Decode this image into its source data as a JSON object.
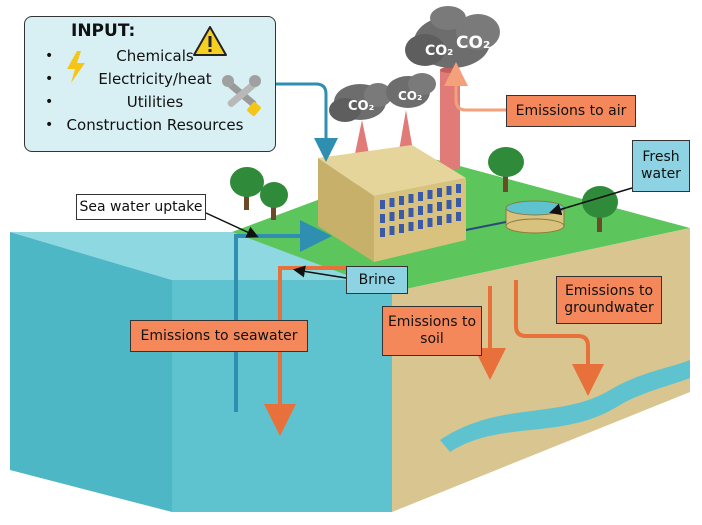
{
  "input": {
    "title": "INPUT:",
    "items": [
      "Chemicals",
      "Electricity/heat",
      "Utilities",
      "Construction Resources"
    ]
  },
  "labels": {
    "emissions_air": "Emissions to air",
    "fresh_water_line1": "Fresh",
    "fresh_water_line2": "water",
    "sea_water_uptake": "Sea water uptake",
    "brine": "Brine",
    "emissions_seawater": "Emissions to seawater",
    "emissions_soil_line1": "Emissions to",
    "emissions_soil_line2": "soil",
    "emissions_groundwater_line1": "Emissions to",
    "emissions_groundwater_line2": "groundwater"
  },
  "co2_text": "CO₂",
  "colors": {
    "sea": "#5fc3cf",
    "grass": "#5cc55c",
    "soil": "#d9c58f",
    "factory": "#d8c27d",
    "chimney": "#e07b77",
    "smoke": "#6d6d6d",
    "orange_arrow": "#e8703a",
    "blue_arrow": "#2f8fb0"
  },
  "icons": [
    "warning-icon",
    "lightning-icon",
    "tools-icon",
    "tree-icon"
  ]
}
